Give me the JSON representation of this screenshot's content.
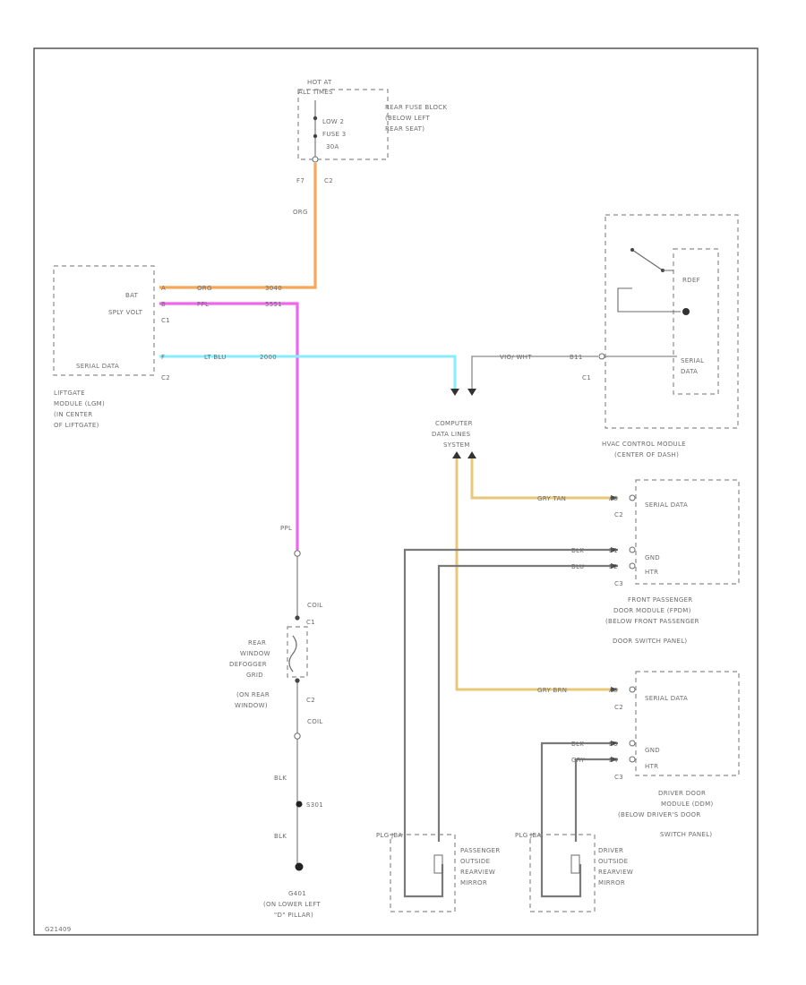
{
  "colors": {
    "orange": "#f5a85a",
    "pink": "#ee66ee",
    "cyan": "#88eeff",
    "tan": "#e8c878",
    "gray": "#8a8a8a"
  },
  "fuse_block": {
    "hot_at": "HOT AT",
    "all_times": "ALL TIMES",
    "l1": "LOW 2",
    "l2": "FUSE 3",
    "l3": "30A",
    "pin": "F7",
    "conn": "C2",
    "name1": "REAR FUSE BLOCK",
    "name2": "(BELOW LEFT",
    "name3": "REAR SEAT)"
  },
  "liftgate": {
    "bat": "BAT",
    "splyvolt": "SPLY VOLT",
    "c1": "C1",
    "serial": "SERIAL DATA",
    "c2": "C2",
    "name1": "LIFTGATE",
    "name2": "MODULE (LGM)",
    "name3": "(IN CENTER",
    "name4": "OF LIFTGATE)"
  },
  "wires": {
    "org_vert": "ORG",
    "org_h": "ORG",
    "org_h_num": "3040",
    "ppl_h": "PPL",
    "ppl_h_num": "5551",
    "ltblu": "LT BLU",
    "ltblu_num": "2000",
    "vio_wht": "VIO/ WHT",
    "ppl_lower": "PPL",
    "coil_top": "COIL",
    "coil_bot": "COIL",
    "blk_upper": "BLK",
    "blk_lower": "BLK",
    "splice": "S301",
    "gry_tan": "GRY TAN",
    "gry_brn": "GRY BRN",
    "blk1": "BLK",
    "blu1": "BLU",
    "blk2": "BLK",
    "gry2": "GRY",
    "plg_left": "PLG JBA",
    "plg_right": "PLG JBA"
  },
  "pins": {
    "fuse_f7": "F7",
    "lg_a": "A",
    "lg_b": "B",
    "lg_f": "F",
    "hvac_b11": "B11",
    "fp_a6": "A6",
    "fp_b1": "B1",
    "fp_b2": "B2",
    "dd_a6": "A6",
    "dd_b3": "B3",
    "dd_b4": "B4",
    "c1_def": "C1",
    "c2_def": "C2"
  },
  "hub": {
    "l1": "COMPUTER",
    "l2": "DATA LINES",
    "l3": "SYSTEM"
  },
  "hvac": {
    "c1": "C1",
    "rdef": "RDEF",
    "serial1": "SERIAL",
    "serial2": "DATA",
    "name1": "HVAC CONTROL MODULE",
    "name2": "(CENTER OF DASH)"
  },
  "front_pass": {
    "serial": "SERIAL DATA",
    "c2": "C2",
    "gnd": "GND",
    "htr": "HTR",
    "c3": "C3",
    "n1": "FRONT PASSENGER",
    "n2": "DOOR MODULE (FPDM)",
    "n3": "(BELOW FRONT PASSENGER",
    "n4": "DOOR SWITCH PANEL)"
  },
  "driver_door": {
    "serial": "SERIAL DATA",
    "c2": "C2",
    "gnd": "GND",
    "htr": "HTR",
    "c3": "C3",
    "n1": "DRIVER DOOR",
    "n2": "MODULE (DDM)",
    "n3": "(BELOW DRIVER'S DOOR",
    "n4": "SWITCH PANEL)"
  },
  "defogger": {
    "l1": "REAR",
    "l2": "WINDOW",
    "l3": "DEFOGGER",
    "l4": "GRID",
    "l5": "(ON REAR",
    "l6": "WINDOW)"
  },
  "ground": {
    "l1": "G401",
    "l2": "(ON LOWER LEFT",
    "l3": "\"D\" PILLAR)"
  },
  "mirror_pass": {
    "l1": "PASSENGER",
    "l2": "OUTSIDE",
    "l3": "REARVIEW",
    "l4": "MIRROR"
  },
  "mirror_driver": {
    "l1": "DRIVER",
    "l2": "OUTSIDE",
    "l3": "REARVIEW",
    "l4": "MIRROR"
  },
  "footer": {
    "code": "G21409"
  }
}
